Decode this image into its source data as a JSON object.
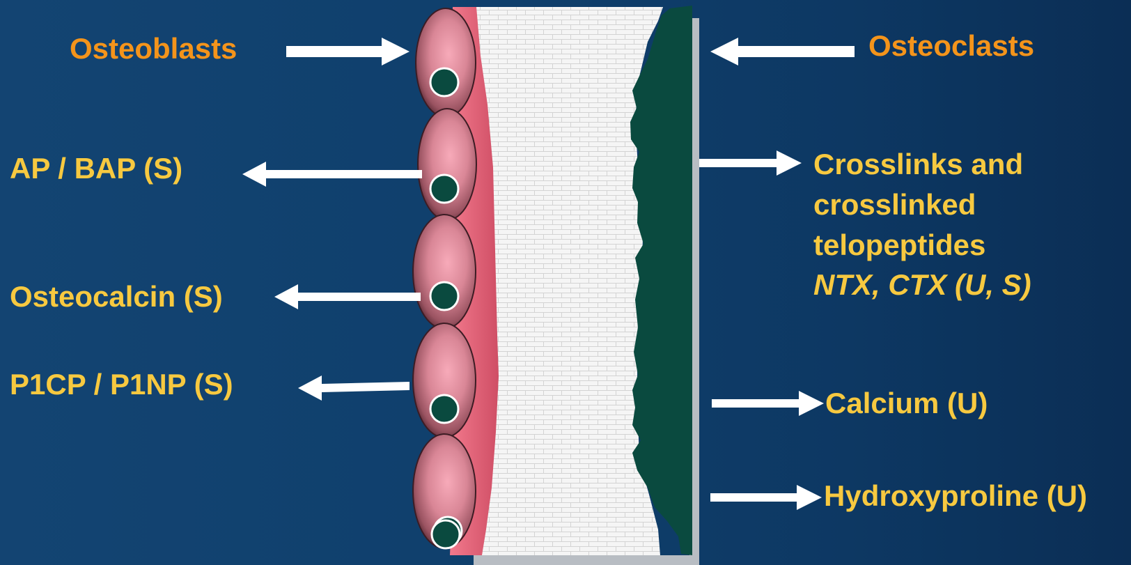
{
  "colors": {
    "background": "#0f3f6c",
    "label_yellow": "#f7c940",
    "label_orange": "#f4941b",
    "arrow": "#ffffff",
    "osteoblast_cell": "#e98c9e",
    "osteoid_layer": "#e9687d",
    "bone_matrix": "#f4f4f4",
    "osteoclast": "#0a4a3f",
    "bone_edge": "#b7bcc2"
  },
  "labels": {
    "osteoblasts": "Osteoblasts",
    "osteoclasts": "Osteoclasts",
    "ap_bap": "AP / BAP (S)",
    "osteocalcin": "Osteocalcin (S)",
    "p1cp_p1np": "P1CP / P1NP (S)",
    "crosslinks_line1": "Crosslinks and",
    "crosslinks_line2": "crosslinked",
    "crosslinks_line3": "telopeptides",
    "crosslinks_line4": "NTX, CTX (U, S)",
    "calcium": "Calcium (U)",
    "hydroxyproline": "Hydroxyproline (U)"
  },
  "icons": {
    "cells": "osteoblast-cell-icon",
    "nucleus": "nucleus-icon",
    "matrix": "bone-matrix-icon",
    "osteoclast": "osteoclast-icon",
    "arrow": "arrow-icon"
  }
}
